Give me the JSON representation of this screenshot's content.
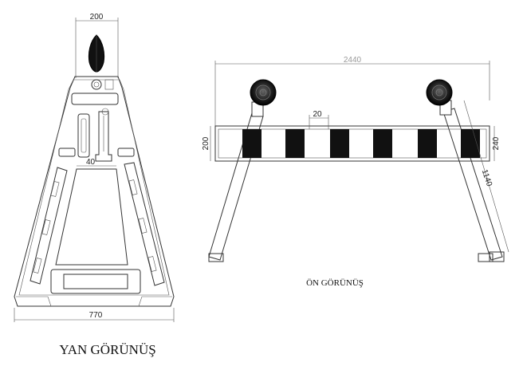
{
  "side_view": {
    "caption": "YAN GÖRÜNÜŞ",
    "dim_top_width": "200",
    "dim_inner_width": "40",
    "dim_base_width": "770"
  },
  "front_view": {
    "caption": "ÖN GÖRÜNÜŞ",
    "dim_total_width": "2440",
    "dim_stripe_width": "20",
    "dim_left_height": "200",
    "dim_right_height": "240",
    "dim_leg_length": "1140"
  },
  "colors": {
    "line": "#333333",
    "stripe_black": "#111111",
    "background": "#ffffff"
  }
}
